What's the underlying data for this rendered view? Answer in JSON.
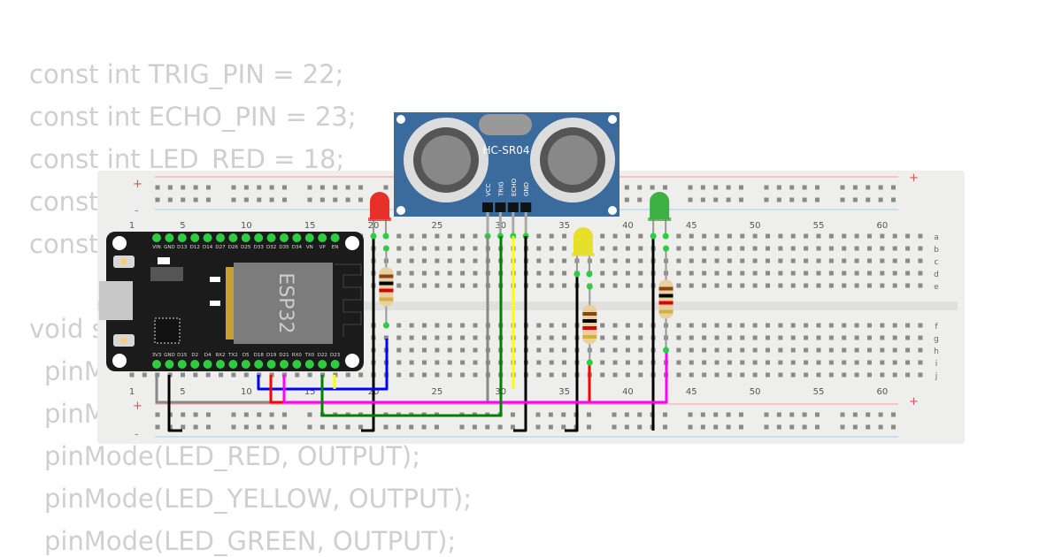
{
  "code_lines": [
    {
      "text": "const int TRIG_PIN = 22;",
      "indent": 0
    },
    {
      "text": "const int ECHO_PIN = 23;",
      "indent": 0
    },
    {
      "text": "const int LED_RED = 18;",
      "indent": 0
    },
    {
      "text": "const",
      "indent": 0
    },
    {
      "text": "const",
      "indent": 0
    },
    {
      "text": "",
      "indent": 0
    },
    {
      "text": "void s",
      "indent": 0
    },
    {
      "text": "pinM",
      "indent": 1
    },
    {
      "text": "pinM",
      "indent": 1
    },
    {
      "text": "pinMode(LED_RED, OUTPUT);",
      "indent": 1
    },
    {
      "text": "pinMode(LED_YELLOW, OUTPUT);",
      "indent": 1
    },
    {
      "text": "pinMode(LED_GREEN, OUTPUT);",
      "indent": 1
    }
  ],
  "breadboard": {
    "column_labels": [
      "1",
      "5",
      "10",
      "15",
      "20",
      "25",
      "30",
      "35",
      "40",
      "45",
      "50",
      "55",
      "60"
    ],
    "row_labels_top": [
      "a",
      "b",
      "c",
      "d",
      "e"
    ],
    "row_labels_bottom": [
      "f",
      "g",
      "h",
      "i",
      "j"
    ],
    "rail_plus": "+",
    "rail_minus": "-"
  },
  "esp32": {
    "chip_label": "ESP32",
    "top_pins": [
      "VIN",
      "GND",
      "D13",
      "D12",
      "D14",
      "D27",
      "D26",
      "D25",
      "D33",
      "D32",
      "D35",
      "D34",
      "VN",
      "VP",
      "EN"
    ],
    "bottom_pins": [
      "3V3",
      "GND",
      "D15",
      "D2",
      "D4",
      "RX2",
      "TX2",
      "D5",
      "D18",
      "D19",
      "D21",
      "RX0",
      "TX0",
      "D22",
      "D23"
    ]
  },
  "sensor": {
    "label": "HC-SR04",
    "pins": [
      "VCC",
      "TRIG",
      "ECHO",
      "GND"
    ]
  },
  "leds": [
    {
      "name": "red",
      "color": "#e8302a"
    },
    {
      "name": "yellow",
      "color": "#e6e02a"
    },
    {
      "name": "green",
      "color": "#3cb043"
    }
  ],
  "wire_colors": {
    "gray": "#888888",
    "black": "#000000",
    "blue": "#0000ff",
    "red": "#ff0000",
    "magenta": "#ff00ff",
    "green": "#008000",
    "yellow": "#ffff00"
  }
}
